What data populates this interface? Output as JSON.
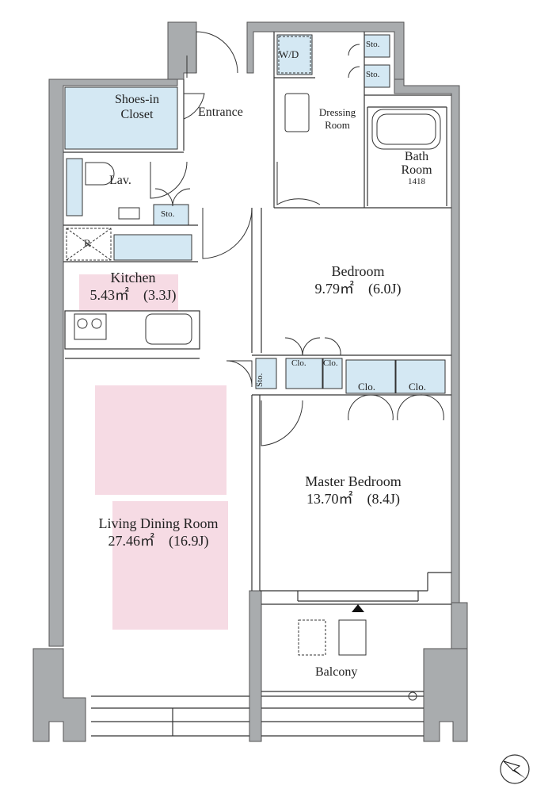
{
  "rooms": {
    "shoes_in_closet": {
      "line1": "Shoes-in",
      "line2": "Closet"
    },
    "entrance": "Entrance",
    "wd": "W/D",
    "sto_top1": "Sto.",
    "sto_top2": "Sto.",
    "dressing_room": {
      "line1": "Dressing",
      "line2": "Room"
    },
    "bath_room": {
      "line1": "Bath",
      "line2": "Room",
      "size": "1418"
    },
    "lav": "Lav.",
    "sto_lav": "Sto.",
    "refrigerator": "R",
    "kitchen": {
      "name": "Kitchen",
      "area": "5.43㎡　(3.3J)"
    },
    "bedroom": {
      "name": "Bedroom",
      "area": "9.79㎡　(6.0J)"
    },
    "sto_side": "Sto.",
    "clo_a": "Clo.",
    "clo_b": "Clo.",
    "clo_c": "Clo.",
    "clo_d": "Clo.",
    "master_bedroom": {
      "name": "Master Bedroom",
      "area": "13.70㎡　(8.4J)"
    },
    "living_dining": {
      "name": "Living Dining Room",
      "area": "27.46㎡　(16.9J)"
    },
    "balcony": "Balcony"
  },
  "colors": {
    "wall": "#a9acae",
    "wall_outline": "#555555",
    "storage_fill": "#d4e8f3",
    "furniture_fill": "#f6dbe4",
    "line": "#333333"
  },
  "icons": {
    "compass": "north-arrow-icon"
  }
}
